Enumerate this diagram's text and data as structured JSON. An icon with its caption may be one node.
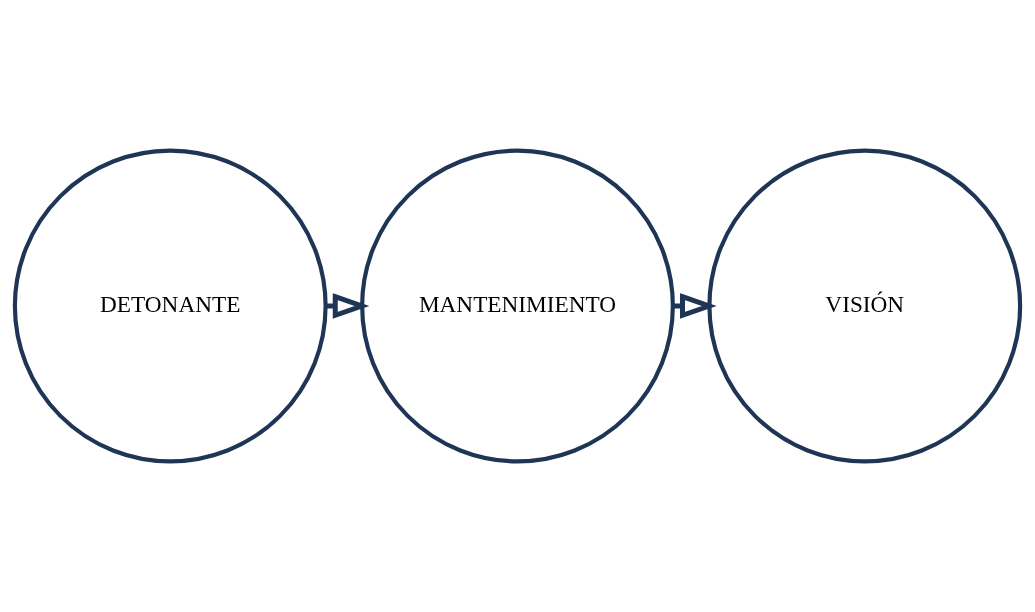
{
  "diagram": {
    "nodes": [
      {
        "text": [
          "DETONANTE"
        ]
      },
      {
        "text": [
          "MANTENIMIENTO"
        ]
      },
      {
        "text": [
          "VISIÓN"
        ]
      }
    ],
    "edges": [
      {
        "from": 0,
        "to": 1,
        "arrow": "to"
      },
      {
        "from": 1,
        "to": 2,
        "arrow": "to"
      }
    ]
  }
}
